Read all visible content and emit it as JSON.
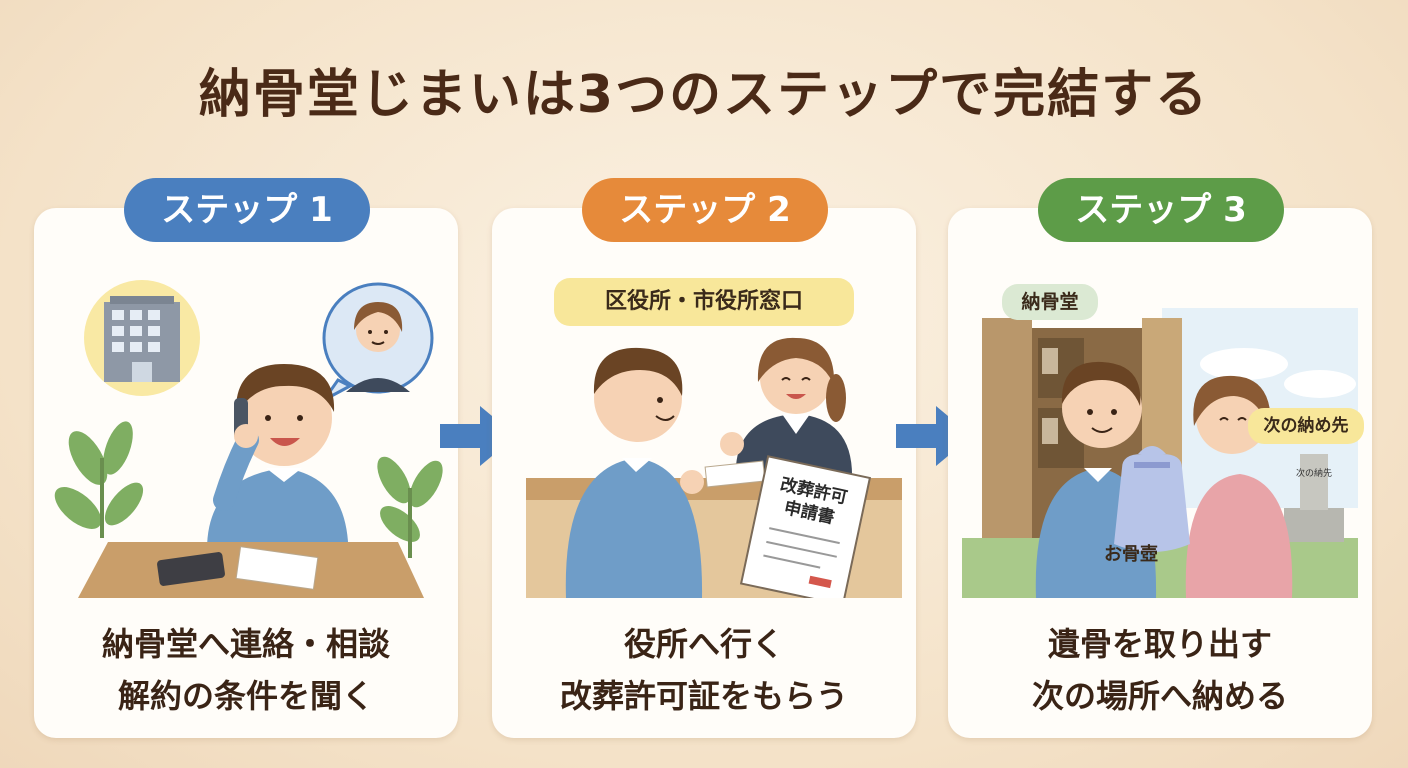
{
  "title": "納骨堂じまいは3つのステップで完結する",
  "steps": [
    {
      "label": "ステップ 1",
      "caption_line1": "納骨堂へ連絡・相談",
      "caption_line2": "解約の条件を聞く",
      "color": "#4a7fbf"
    },
    {
      "label": "ステップ 2",
      "tag": "区役所・市役所窓口",
      "caption_line1": "役所へ行く",
      "caption_line2": "改葬許可証をもらう",
      "document_line1": "改葬許可",
      "document_line2": "申請書",
      "color": "#e68a3a"
    },
    {
      "label": "ステップ 3",
      "tag_left": "納骨堂",
      "tag_right": "次の納め先",
      "urn_label": "お骨壺",
      "grave_text": "次の納先",
      "caption_line1": "遺骨を取り出す",
      "caption_line2": "次の場所へ納める",
      "color": "#5d9c48"
    }
  ],
  "arrow_color": "#4a7fbf"
}
